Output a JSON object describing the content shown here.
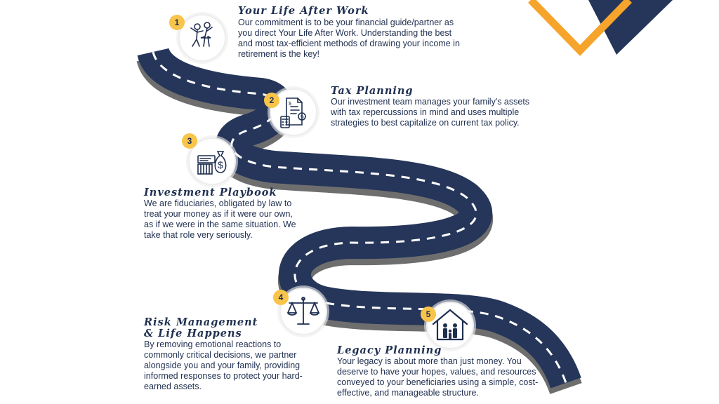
{
  "colors": {
    "navy": "#26365a",
    "text": "#1f2f50",
    "accent_orange": "#f6a42c",
    "badge_yellow": "#f8c44a",
    "road_shadow": "#6e6e6e",
    "road_dash": "#ffffff"
  },
  "steps": [
    {
      "number": "1",
      "title": "Your Life After Work",
      "icon": "couple-dancing-icon",
      "body": "Our commitment is to be your financial guide/partner as you direct Your Life After Work. Understanding the best and most tax-efficient methods of drawing your income in retirement is the key!"
    },
    {
      "number": "2",
      "title": "Tax Planning",
      "icon": "tax-document-icon",
      "body": "Our investment team manages your family's assets with tax repercussions in mind and uses multiple strategies to best capitalize on current tax policy."
    },
    {
      "number": "3",
      "title": "Investment Playbook",
      "icon": "money-bag-icon",
      "body": "We are fiduciaries, obligated by law to treat your money as if it were our own, as if we were in the same situation. We take that role very seriously."
    },
    {
      "number": "4",
      "title_line1": "Risk Management",
      "title_line2": "& Life Happens",
      "icon": "scales-icon",
      "body": "By removing emotional reactions to commonly critical decisions, we partner alongside you and your family, providing informed responses to protect your hard-earned assets."
    },
    {
      "number": "5",
      "title": "Legacy Planning",
      "icon": "family-house-icon",
      "body": "Your legacy is about more than just money. You deserve to have your hopes, values, and resources conveyed to your beneficiaries using a simple, cost-effective, and manageable structure."
    }
  ]
}
